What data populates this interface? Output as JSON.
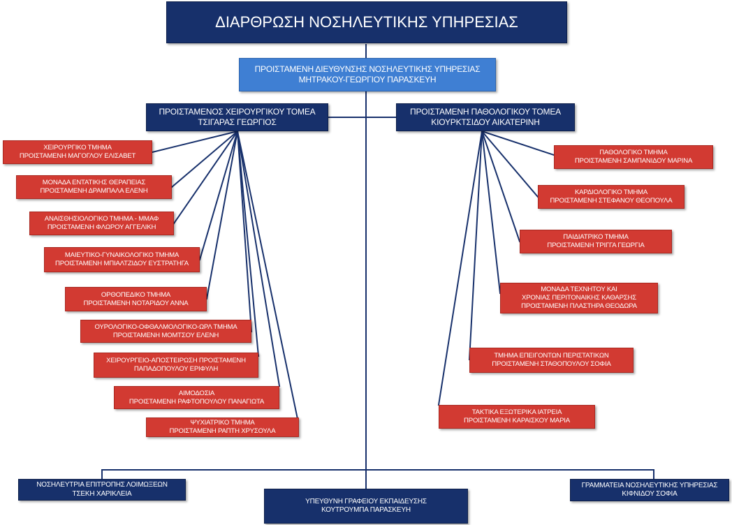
{
  "title": "ΔΙΑΡΘΡΩΣΗ ΝΟΣΗΛΕΥΤΙΚΗΣ ΥΠΗΡΕΣΙΑΣ",
  "director": {
    "line1": "ΠΡΟΙΣΤΑΜΕΝΗ ΔΙΕΥΘΥΝΣΗΣ ΝΟΣΗΛΕΥΤΙΚΗΣ ΥΠΗΡΕΣΙΑΣ",
    "line2": "ΜΗΤΡΑΚΟΥ-ΓΕΩΡΓΙΟΥ ΠΑΡΑΣΚΕΥΗ"
  },
  "surgical_sector": {
    "line1": "ΠΡΟΙΣΤΑΜΕΝΟΣ ΧΕΙΡΟΥΡΓΙΚΟΥ ΤΟΜΕΑ",
    "line2": "ΤΣΙΓΑΡΑΣ ΓΕΩΡΓΙΟΣ",
    "departments": [
      {
        "line1": "ΧΕΙΡΟΥΡΓΙΚΟ ΤΜΗΜΑ",
        "line2": "ΠΡΟΙΣΤΑΜΕΝΗ ΜΑΓΟΓΛΟΥ ΕΛΙΣΑΒΕΤ"
      },
      {
        "line1": "ΜΟΝΑΔΑ ΕΝΤΑΤΙΚΗΣ ΘΕΡΑΠΕΙΑΣ",
        "line2": "ΠΡΟΙΣΤΑΜΕΝΗ ΔΡΑΜΠΑΛΑ ΕΛΕΝΗ"
      },
      {
        "line1": "ΑΝΑΙΣΘΗΣΙΟΛΟΓΙΚΟ ΤΜΗΜΑ - ΜΜΑΦ",
        "line2": "ΠΡΟΙΣΤΑΜΕΝΗ ΦΛΩΡΟΥ ΑΓΓΕΛΙΚΗ"
      },
      {
        "line1": "ΜΑΙΕΥΤΙΚΟ-ΓΥΝΑΙΚΟΛΟΓΙΚΟ ΤΜΗΜΑ",
        "line2": "ΠΡΟΙΣΤΑΜΕΝΗ ΜΠΙΑΛΤΖΙΔΟΥ ΕΥΣΤΡΑΤΗΓΑ"
      },
      {
        "line1": "ΟΡΘΟΠΕΔΙΚΟ ΤΜΗΜΑ",
        "line2": "ΠΡΟΙΣΤΑΜΕΝΗ ΝΟΤΑΡΙΔΟΥ ΑΝΝΑ"
      },
      {
        "line1": "ΟΥΡΟΛΟΓΙΚΟ-ΟΦΘΑΛΜΟΛΟΓΙΚΟ-ΩΡΛ ΤΜΗΜΑ",
        "line2": "ΠΡΟΙΣΤΑΜΕΝΗ ΜΟΜΤΣΟΥ ΕΛΕΝΗ"
      },
      {
        "line1": "ΧΕΙΡΟΥΡΓΕΙΟ-ΑΠΟΣΤΕΙΡΩΣΗ ΠΡΟΙΣΤΑΜΕΝΗ",
        "line2": "ΠΑΠΑΔΟΠΟΥΛΟΥ ΕΡΙΦΥΛΗ"
      },
      {
        "line1": "ΑΙΜΟΔΟΣΙΑ",
        "line2": "ΠΡΟΙΣΤΑΜΕΝΗ ΡΑΦΤΟΠΟΥΛΟΥ ΠΑΝΑΓΙΩΤΑ"
      },
      {
        "line1": "ΨΥΧΙΑΤΡΙΚΟ ΤΜΗΜΑ",
        "line2": "ΠΡΟΙΣΤΑΜΕΝΗ ΡΑΠΤΗ ΧΡΥΣΟΥΛΑ"
      }
    ]
  },
  "pathology_sector": {
    "line1": "ΠΡΟΙΣΤΑΜΕΝΗ ΠΑΘΟΛΟΓΙΚΟΥ ΤΟΜΕΑ",
    "line2": "ΚΙΟΥΡΚΤΣΙΔΟΥ ΑΙΚΑΤΕΡΙΝΗ",
    "departments": [
      {
        "lines": [
          "ΠΑΘΟΛΟΓΙΚΟ ΤΜΗΜΑ",
          "ΠΡΟΙΣΤΑΜΕΝΗ ΣΑΜΠΑΝΙΔΟΥ ΜΑΡΙΝΑ"
        ]
      },
      {
        "lines": [
          "ΚΑΡΔΙΟΛΟΓΙΚΟ ΤΜΗΜΑ",
          "ΠΡΟΙΣΤΑΜΕΝΗ ΣΤΕΦΑΝΟΥ ΘΕΟΠΟΥΛΑ"
        ]
      },
      {
        "lines": [
          "ΠΑΙΔΙΑΤΡΙΚΟ ΤΜΗΜΑ",
          "ΠΡΟΙΣΤΑΜΕΝΗ ΤΡΙΓΓΑ ΓΕΩΡΓΙΑ"
        ]
      },
      {
        "lines": [
          "ΜΟΝΑΔΑ ΤΕΧΝΗΤΟΥ ΚΑΙ",
          "ΧΡΟΝΙΑΣ ΠΕΡΙΤΟΝΑΙΚΗΣ ΚΑΘΑΡΣΗΣ",
          "ΠΡΟΙΣΤΑΜΕΝΗ ΠΛΑΣΤΗΡΑ ΘΕΟΔΩΡΑ"
        ]
      },
      {
        "lines": [
          "ΤΜΗΜΑ ΕΠΕΙΓΟΝΤΩΝ ΠΕΡΙΣΤΑΤΙΚΩΝ",
          "ΠΡΟΙΣΤΑΜΕΝΗ ΣΤΑΘΟΠΟΥΛΟΥ ΣΟΦΙΑ"
        ]
      },
      {
        "lines": [
          "ΤΑΚΤΙΚΑ ΕΞΩΤΕΡΙΚΑ ΙΑΤΡΕΙΑ",
          "ΠΡΟΙΣΤΑΜΕΝΗ ΚΑΡΑΙΣΚΟΥ ΜΑΡΙΑ"
        ]
      }
    ]
  },
  "bottom": {
    "left": {
      "line1": "ΝΟΣΗΛΕΥΤΡΙΑ ΕΠΙΤΡΟΠΗΣ ΛΟΙΜΩΞΕΩΝ",
      "line2": "ΤΣΕΚΗ ΧΑΡΙΚΛΕΙΑ"
    },
    "center": {
      "line1": "ΥΠΕΥΘΥΝΗ ΓΡΑΦΕΙΟΥ ΕΚΠΑΙΔΕΥΣΗΣ",
      "line2": "ΚΟΥΤΡΟΥΜΠΑ ΠΑΡΑΣΚΕΥΗ"
    },
    "right": {
      "line1": "ΓΡΑΜΜΑΤΕΙΑ ΝΟΣΗΛΕΥΤΙΚΗΣ ΥΠΗΡΕΣΙΑΣ",
      "line2": "ΚΙΦΝΙΔΟΥ ΣΟΦΙΑ"
    }
  },
  "colors": {
    "navy": "#17306b",
    "blue": "#3f7fd3",
    "red": "#d23a32",
    "connector": "#17306b"
  }
}
